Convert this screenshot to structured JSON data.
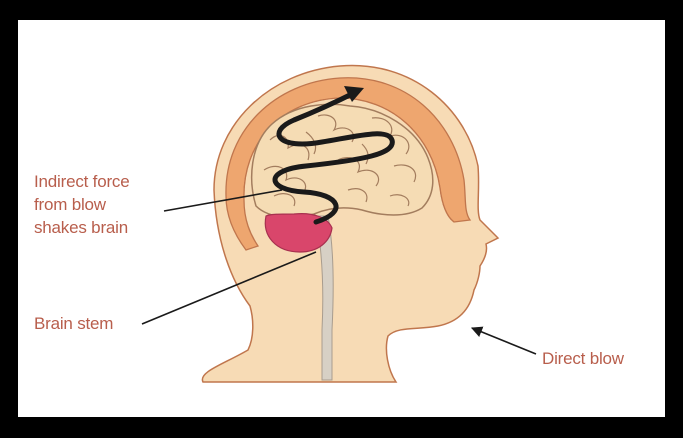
{
  "labels": {
    "indirect_force": "Indirect force\nfrom blow\nshakes brain",
    "brain_stem": "Brain stem",
    "direct_blow": "Direct blow"
  },
  "colors": {
    "frame": "#000000",
    "background": "#ffffff",
    "skin": "#f7dbb5",
    "skull_band": "#eea66f",
    "outline": "#c0764d",
    "brain": "#f5dcb4",
    "brain_outline": "#a37d5e",
    "cerebellum": "#d9466b",
    "spinal_cord": "#d7d0c5",
    "label_text": "#b85e4c",
    "arrow": "#1a1a1a"
  },
  "icons": {
    "motion_arrow": "spiral-arrow-icon"
  }
}
